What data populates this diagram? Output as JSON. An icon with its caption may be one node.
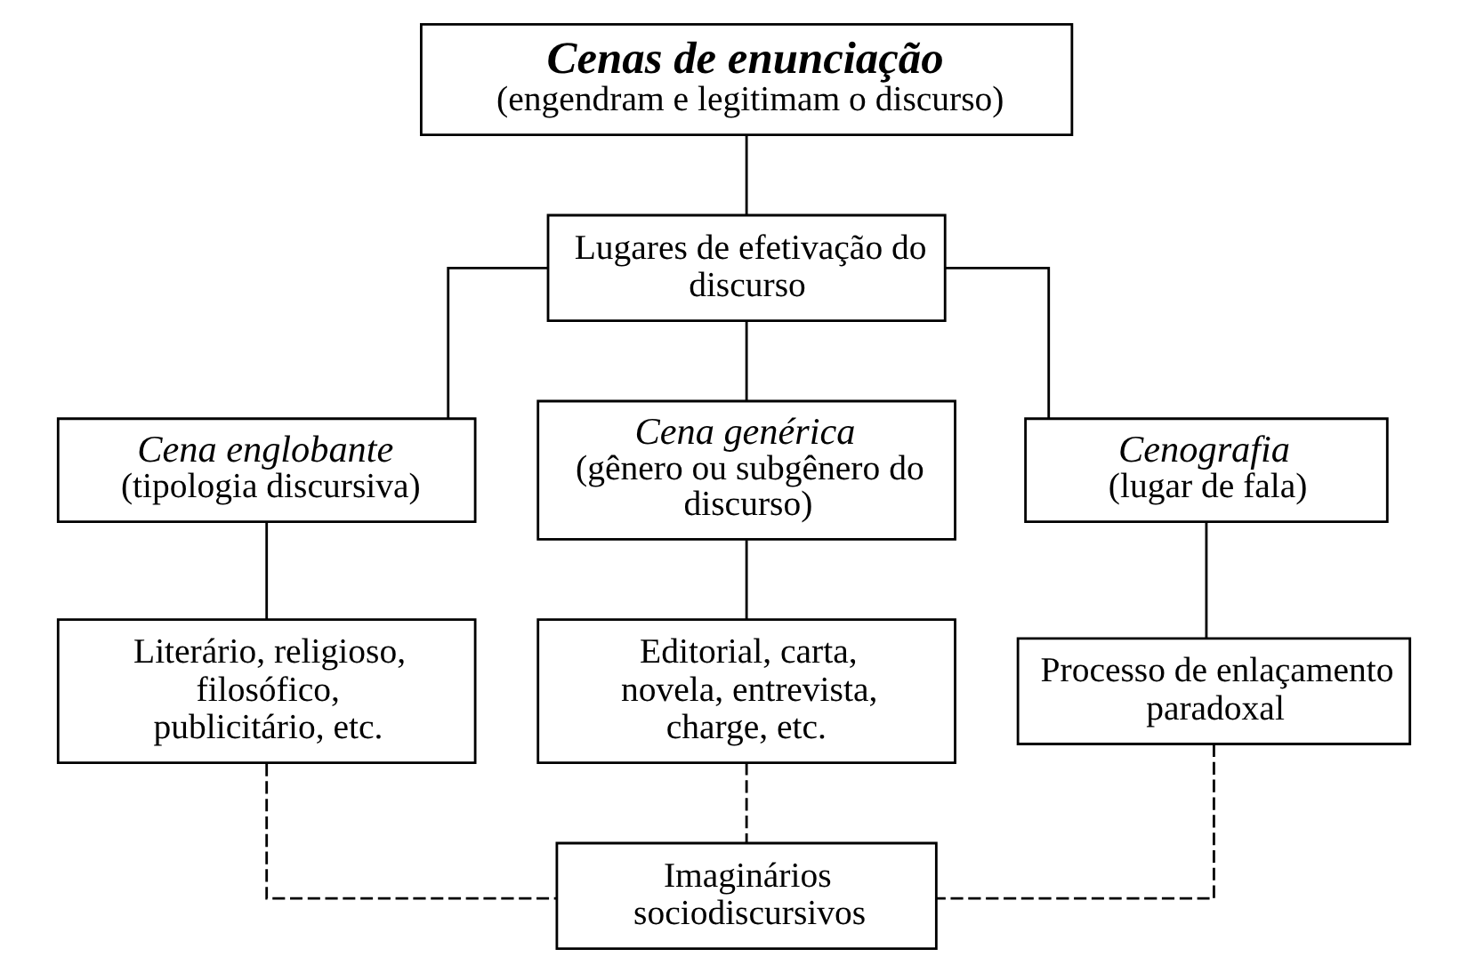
{
  "diagram": {
    "nodes": [
      {
        "text": [
          "Cenas de enunciação",
          "(engendram e legitimam o discurso)"
        ]
      },
      {
        "text": [
          "Lugares de efetivação do discurso"
        ]
      },
      {
        "text": [
          "Cena englobante",
          "(tipologia discursiva)"
        ]
      },
      {
        "text": [
          "Cena genérica",
          "(gênero ou subgênero do discurso)"
        ]
      },
      {
        "text": [
          "Cenografia",
          "(lugar de fala)"
        ]
      },
      {
        "text": [
          "Literário, religioso, filosófico, publicitário, etc."
        ]
      },
      {
        "text": [
          "Editorial, carta, novela, entrevista, charge, etc."
        ]
      },
      {
        "text": [
          "Processo de enlaçamento paradoxal"
        ]
      },
      {
        "text": [
          "Imaginários sociodiscursivos"
        ]
      }
    ],
    "edges": [
      {
        "from": 0,
        "to": 1,
        "arrow": "none"
      },
      {
        "from": 1,
        "to": 2,
        "arrow": "none"
      },
      {
        "from": 1,
        "to": 3,
        "arrow": "none"
      },
      {
        "from": 1,
        "to": 4,
        "arrow": "none"
      },
      {
        "from": 2,
        "to": 5,
        "arrow": "none"
      },
      {
        "from": 3,
        "to": 6,
        "arrow": "none"
      },
      {
        "from": 4,
        "to": 7,
        "arrow": "none"
      },
      {
        "from": 5,
        "to": 8,
        "arrow": "none",
        "style": "dashed"
      },
      {
        "from": 6,
        "to": 8,
        "arrow": "none",
        "style": "dashed"
      },
      {
        "from": 7,
        "to": 8,
        "arrow": "none",
        "style": "dashed"
      }
    ]
  }
}
